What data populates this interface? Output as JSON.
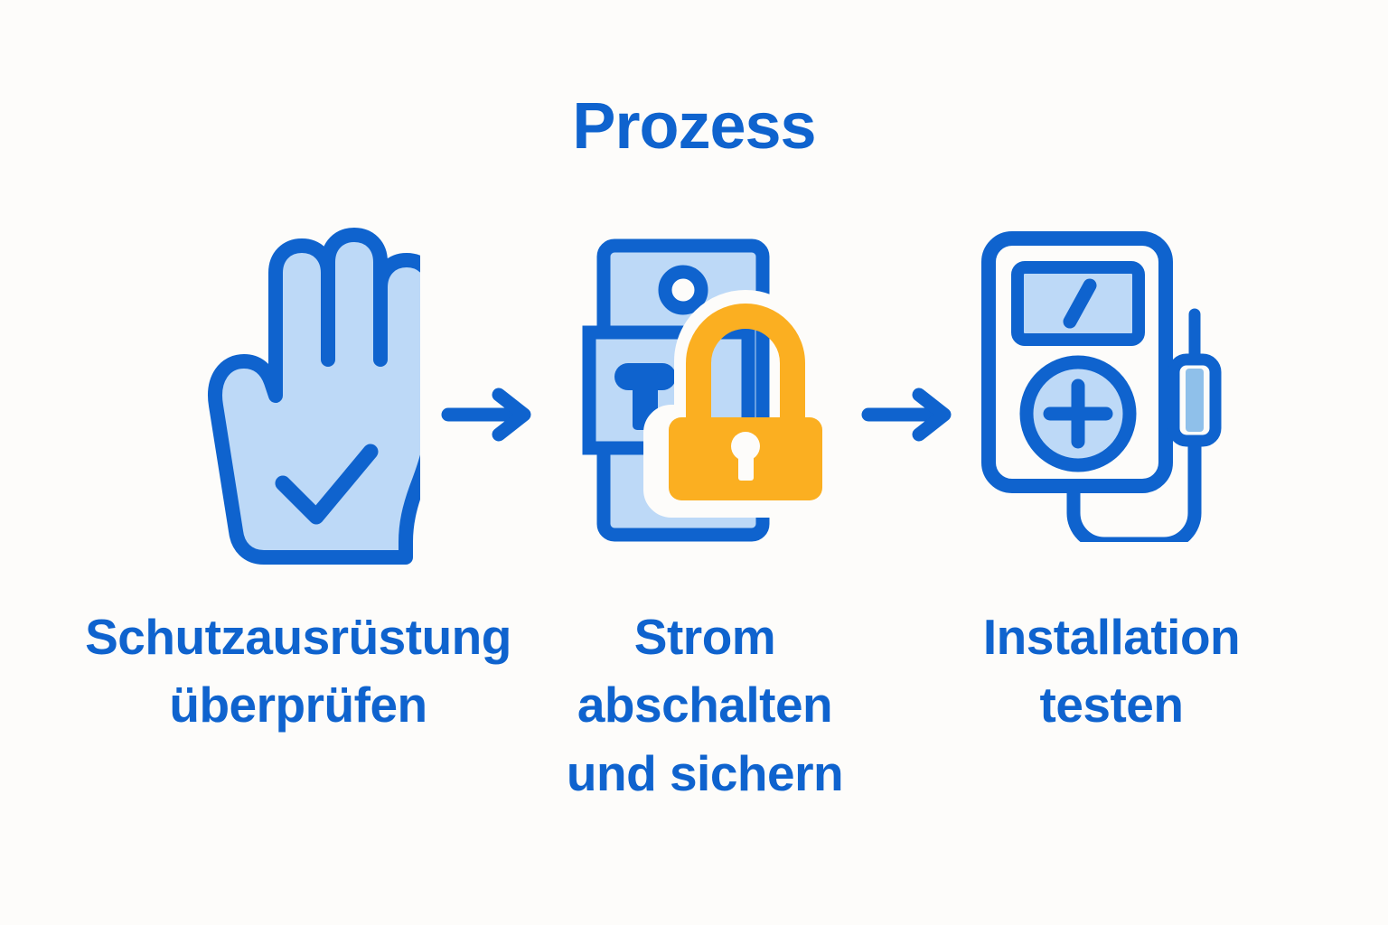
{
  "page": {
    "title": "Prozess",
    "background_color": "#fdfcfa",
    "primary_color": "#0f63ce",
    "accent_color": "#fbaf21",
    "fill_color": "#bdd9f7"
  },
  "steps": [
    {
      "index": 1,
      "label": "Schutzausrüstung\nüberprüfen",
      "icon": "safety-glove-check-icon"
    },
    {
      "index": 2,
      "label": "Strom\nabschalten\nund sichern",
      "icon": "electrical-panel-lock-icon"
    },
    {
      "index": 3,
      "label": "Installation\ntesten",
      "icon": "multimeter-icon"
    }
  ],
  "arrows": [
    {
      "index": 1,
      "icon": "arrow-right-icon"
    },
    {
      "index": 2,
      "icon": "arrow-right-icon"
    }
  ]
}
